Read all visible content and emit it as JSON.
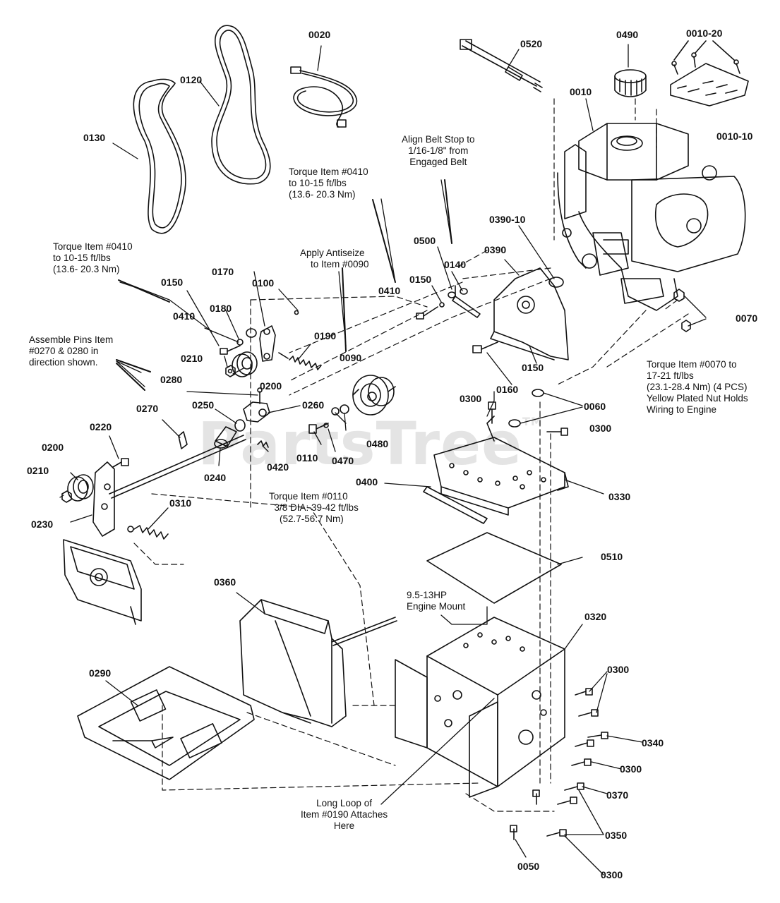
{
  "watermark": "PartsTree",
  "watermark_mark": "TM",
  "part_labels": [
    {
      "id": "lbl-0020",
      "text": "0020"
    },
    {
      "id": "lbl-0520",
      "text": "0520"
    },
    {
      "id": "lbl-0490",
      "text": "0490"
    },
    {
      "id": "lbl-0010-20",
      "text": "0010-20"
    },
    {
      "id": "lbl-0120",
      "text": "0120"
    },
    {
      "id": "lbl-0010",
      "text": "0010"
    },
    {
      "id": "lbl-0010-10",
      "text": "0010-10"
    },
    {
      "id": "lbl-0130",
      "text": "0130"
    },
    {
      "id": "lbl-0390-10",
      "text": "0390-10"
    },
    {
      "id": "lbl-0500",
      "text": "0500"
    },
    {
      "id": "lbl-0390",
      "text": "0390"
    },
    {
      "id": "lbl-0140",
      "text": "0140"
    },
    {
      "id": "lbl-0150a",
      "text": "0150"
    },
    {
      "id": "lbl-0410a",
      "text": "0410"
    },
    {
      "id": "lbl-0170",
      "text": "0170"
    },
    {
      "id": "lbl-0100",
      "text": "0100"
    },
    {
      "id": "lbl-0150b",
      "text": "0150"
    },
    {
      "id": "lbl-0180",
      "text": "0180"
    },
    {
      "id": "lbl-0410b",
      "text": "0410"
    },
    {
      "id": "lbl-0070",
      "text": "0070"
    },
    {
      "id": "lbl-0190",
      "text": "0190"
    },
    {
      "id": "lbl-0090",
      "text": "0090"
    },
    {
      "id": "lbl-0210a",
      "text": "0210"
    },
    {
      "id": "lbl-0150c",
      "text": "0150"
    },
    {
      "id": "lbl-0200a",
      "text": "0200"
    },
    {
      "id": "lbl-0280",
      "text": "0280"
    },
    {
      "id": "lbl-0160",
      "text": "0160"
    },
    {
      "id": "lbl-0300a",
      "text": "0300"
    },
    {
      "id": "lbl-0260",
      "text": "0260"
    },
    {
      "id": "lbl-0250",
      "text": "0250"
    },
    {
      "id": "lbl-0060",
      "text": "0060"
    },
    {
      "id": "lbl-0270",
      "text": "0270"
    },
    {
      "id": "lbl-0220",
      "text": "0220"
    },
    {
      "id": "lbl-0300b",
      "text": "0300"
    },
    {
      "id": "lbl-0480",
      "text": "0480"
    },
    {
      "id": "lbl-0200b",
      "text": "0200"
    },
    {
      "id": "lbl-0110",
      "text": "0110"
    },
    {
      "id": "lbl-0470",
      "text": "0470"
    },
    {
      "id": "lbl-0210b",
      "text": "0210"
    },
    {
      "id": "lbl-0420",
      "text": "0420"
    },
    {
      "id": "lbl-0240",
      "text": "0240"
    },
    {
      "id": "lbl-0400",
      "text": "0400"
    },
    {
      "id": "lbl-0330",
      "text": "0330"
    },
    {
      "id": "lbl-0310",
      "text": "0310"
    },
    {
      "id": "lbl-0230",
      "text": "0230"
    },
    {
      "id": "lbl-0510",
      "text": "0510"
    },
    {
      "id": "lbl-0360",
      "text": "0360"
    },
    {
      "id": "lbl-0320",
      "text": "0320"
    },
    {
      "id": "lbl-0290",
      "text": "0290"
    },
    {
      "id": "lbl-0300c",
      "text": "0300"
    },
    {
      "id": "lbl-0340",
      "text": "0340"
    },
    {
      "id": "lbl-0300d",
      "text": "0300"
    },
    {
      "id": "lbl-0370",
      "text": "0370"
    },
    {
      "id": "lbl-0350",
      "text": "0350"
    },
    {
      "id": "lbl-0050",
      "text": "0050"
    },
    {
      "id": "lbl-0300e",
      "text": "0300"
    }
  ],
  "notes": [
    {
      "id": "note-align-belt-stop",
      "text": "Align Belt Stop to\n1/16-1/8\" from\nEngaged Belt"
    },
    {
      "id": "note-torque-0410-right",
      "text": "Torque Item #0410\nto 10-15 ft/lbs\n(13.6- 20.3 Nm)"
    },
    {
      "id": "note-torque-0410-left",
      "text": "Torque Item #0410\nto 10-15 ft/lbs\n(13.6- 20.3 Nm)"
    },
    {
      "id": "note-antiseize",
      "text": "Apply Antiseize\n    to Item #0090"
    },
    {
      "id": "note-assemble-pins",
      "text": "Assemble Pins Item\n#0270 & 0280 in\ndirection shown."
    },
    {
      "id": "note-torque-0070",
      "text": "Torque Item #0070 to\n17-21 ft/lbs\n(23.1-28.4 Nm) (4 PCS)\nYellow Plated Nut Holds\nWiring to Engine"
    },
    {
      "id": "note-torque-0110",
      "text": "Torque Item #0110\n  3/8 DIA: 39-42 ft/lbs\n    (52.7-56.7 Nm)"
    },
    {
      "id": "note-engine-mount",
      "text": "9.5-13HP\nEngine Mount"
    },
    {
      "id": "note-long-loop",
      "text": "Long Loop of\nItem #0190 Attaches\nHere"
    }
  ]
}
